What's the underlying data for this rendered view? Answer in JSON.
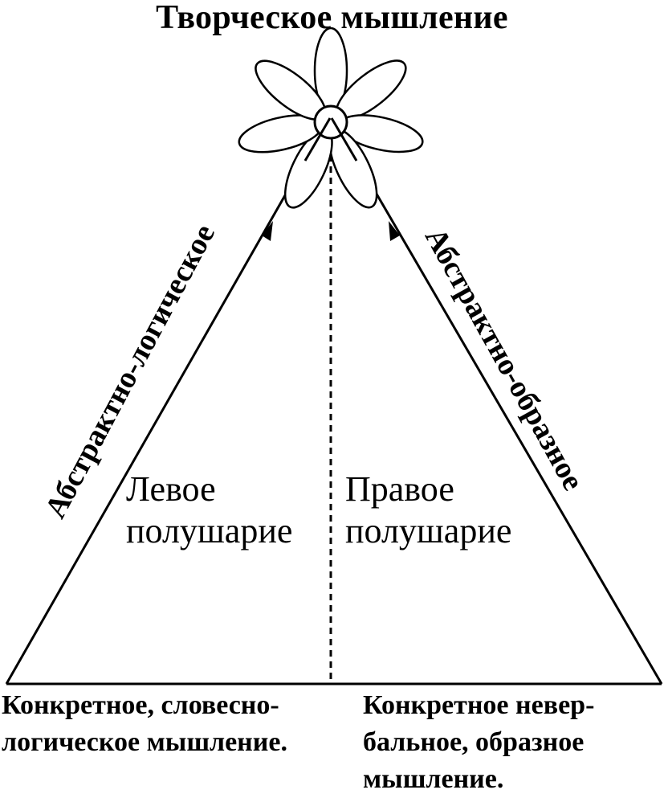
{
  "diagram": {
    "title": "Творческое мышление",
    "left_side_label": "Абстрактно-логическое",
    "right_side_label": "Абстрактно-образное",
    "left_hemisphere": {
      "line1": "Левое",
      "line2": "полушарие"
    },
    "right_hemisphere": {
      "line1": "Правое",
      "line2": "полушарие"
    },
    "bottom_left": {
      "line1": "Конкретное, словесно-",
      "line2": "логическое мышление."
    },
    "bottom_right": {
      "line1": "Конкретное невер-",
      "line2": "бальное, образное",
      "line3": "мышление."
    }
  },
  "colors": {
    "ink": "#000000",
    "background": "#ffffff"
  },
  "icons": {
    "apex": "flower-icon"
  }
}
